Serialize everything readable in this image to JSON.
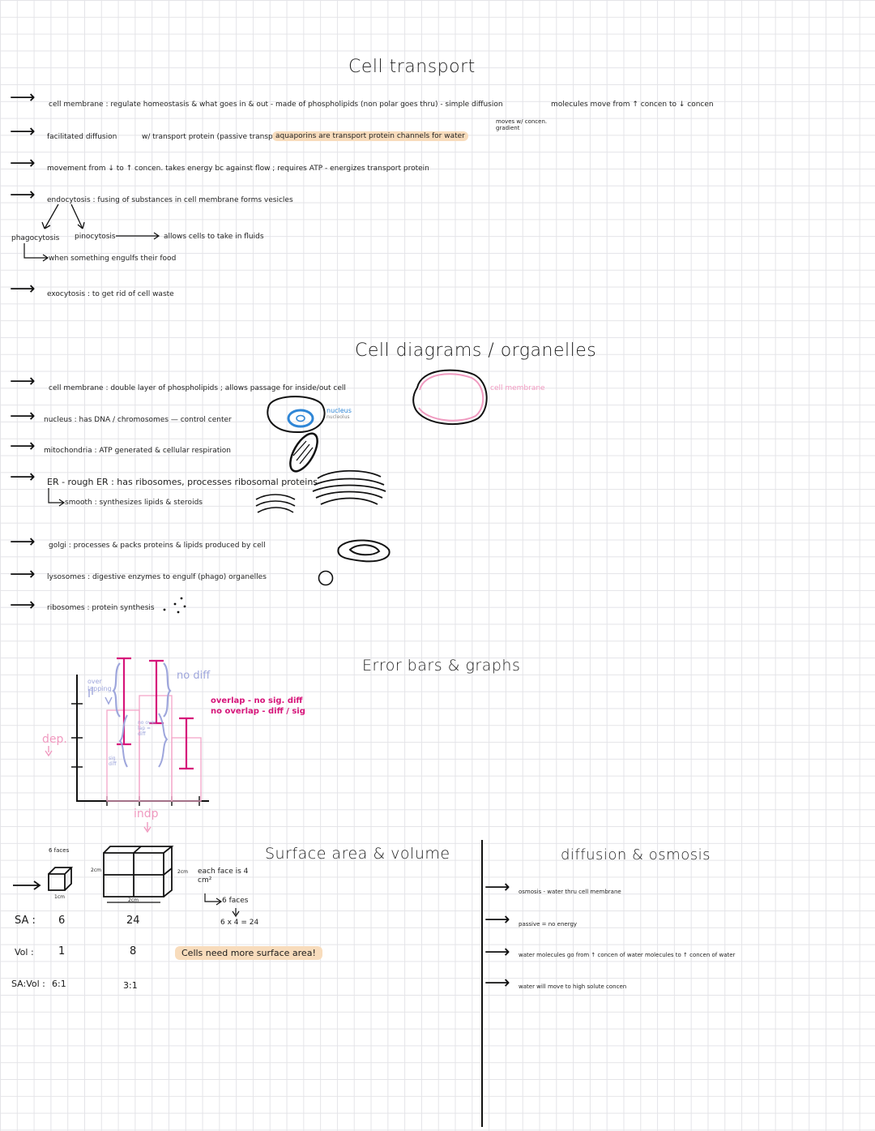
{
  "sections": {
    "cell_transport": {
      "title": "Cell transport",
      "lines": [
        "cell membrane : regulate homeostasis & what goes in & out - made of phospholipids (non polar goes thru) - simple diffusion",
        "molecules move from ↑ concen to ↓ concen",
        "moves w/ concen. gradient",
        "facilitated diffusion",
        "w/ transport protein (passive transport)",
        "aquaporins are transport protein channels for water",
        "movement from ↓ to ↑ concen. takes energy bc against flow ; requires ATP - energizes transport protein",
        "endocytosis : fusing of substances in cell membrane forms vesicles",
        "phagocytosis",
        "pinocytosis",
        "allows cells to take in fluids",
        "when something engulfs their food",
        "exocytosis : to get rid of cell waste"
      ]
    },
    "cell_diagrams": {
      "title": "Cell diagrams / organelles",
      "lines": [
        "cell membrane : double layer of phospholipids ; allows passage for inside/out cell",
        "nucleus : has DNA / chromosomes — control center",
        "mitochondria : ATP generated & cellular respiration",
        "ER - rough ER : has ribosomes, processes ribosomal proteins",
        "smooth : synthesizes lipids & steroids",
        "golgi : processes & packs proteins & lipids produced by cell",
        "lysosomes : digestive enzymes to engulf (phago) organelles",
        "ribosomes : protein synthesis"
      ],
      "labels": {
        "cell_membrane": "cell membrane",
        "nucleus": "nucleus",
        "nucleolus": "nucleolus"
      }
    },
    "error_bars": {
      "title": "Error bars & graphs",
      "overlap_note": "overlap - no sig. diff",
      "no_overlap_note": "no overlap - diff / sig",
      "no_diff": "no diff",
      "over_lapping": "over lapping",
      "no_overlap_diff": "no over lap = diff",
      "sig_diff": "sig diff",
      "y_label": "dep.",
      "x_label": "indp"
    },
    "surface_area": {
      "title": "Surface area & volume",
      "faces": "6 faces",
      "dim_small": "1cm",
      "dim_big": "2cm",
      "face_note": "each face is 4 cm²",
      "six_faces": "6 faces",
      "calc": "6 x 4 = 24",
      "rows": [
        {
          "label": "SA :",
          "small": "6",
          "large": "24"
        },
        {
          "label": "Vol :",
          "small": "1",
          "large": "8"
        },
        {
          "label": "SA:Vol :",
          "small": "6:1",
          "large": "3:1"
        }
      ],
      "note": "Cells need more surface area!"
    },
    "diffusion": {
      "title": "diffusion & osmosis",
      "lines": [
        "osmosis - water thru cell membrane",
        "passive = no energy",
        "water molecules go from ↑ concen of water molecules to ↑ concen of water",
        "water will move to high solute concen"
      ]
    }
  },
  "colors": {
    "highlight": "#f8dcbc",
    "pink": "#d6157a",
    "light_pink": "#f09ac0",
    "blue": "#2f86d6",
    "lavender": "#9ea6dc",
    "grid": "#e4e4e8"
  }
}
